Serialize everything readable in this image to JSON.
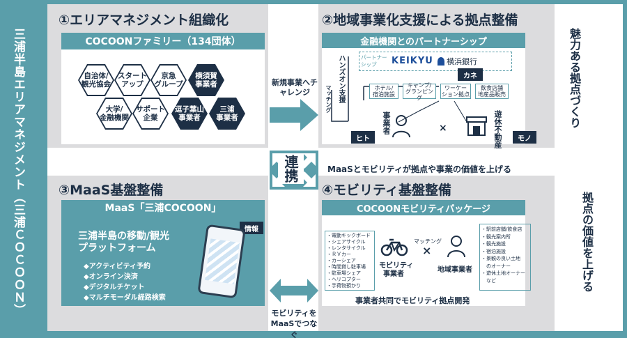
{
  "left_title": "三浦半島エリアマネジメント（三浦ＣＯＣＯＯＮ）",
  "center_label": "連携",
  "right_top": "魅力ある拠点づくり",
  "right_bottom": "拠点の価値を上げる",
  "arrow_top_text": "新規事業へチャレンジ",
  "arrow_mid_text": "MaaSとモビリティが拠点や事業の価値を上げる",
  "arrow_bottom_text_1": "モビリティを",
  "arrow_bottom_text_2": "MaaSでつなぐ",
  "s1": {
    "title": "①エリアマネジメント組織化",
    "bar": "COCOONファミリー（134団体）",
    "hexes": [
      {
        "l1": "自治体/",
        "l2": "観光協会"
      },
      {
        "l1": "スタート",
        "l2": "アップ"
      },
      {
        "l1": "京急",
        "l2": "グループ"
      },
      {
        "l1": "横須賀",
        "l2": "事業者"
      },
      {
        "l1": "大学/",
        "l2": "金融機関"
      },
      {
        "l1": "サポート",
        "l2": "企業"
      },
      {
        "l1": "逗子葉山",
        "l2": "事業者"
      },
      {
        "l1": "三浦",
        "l2": "事業者"
      }
    ]
  },
  "s2": {
    "title": "②地域事業化支援による拠点整備",
    "bar": "金融機関とのパートナーシップ",
    "partner_label": "パートナーシップ",
    "keikyu": "KEIKYU",
    "bank": "横浜銀行",
    "kane": "カネ",
    "hito": "ヒト",
    "mono": "モノ",
    "hands_on": "ハンズオン支援",
    "matching": "マッチング",
    "jigyosha": "事業者",
    "yukyu": "遊休不動産",
    "times": "×",
    "boxes": [
      {
        "l1": "ホテル/",
        "l2": "宿泊施設"
      },
      {
        "l1": "キャンプ/",
        "l2": "グランピング"
      },
      {
        "l1": "ワーケー",
        "l2": "ション拠点"
      },
      {
        "l1": "飲食店舗",
        "l2": "地産品販売"
      }
    ]
  },
  "s3": {
    "title": "③MaaS基盤整備",
    "bar": "MaaS「三浦COCOON」",
    "main1": "三浦半島の移動/観光",
    "main2": "プラットフォーム",
    "info": "情報",
    "features": [
      "◆アクティビティ予約",
      "◆オンライン決済",
      "◆デジタルチケット",
      "◆マルチモーダル経路検索"
    ]
  },
  "s4": {
    "title": "④モビリティ基盤整備",
    "bar": "COCOONモビリティパッケージ",
    "left_list": [
      "・電動キックボード",
      "・シェアサイクル",
      "・レンタサイクル",
      "・ＲＶカー",
      "・カーシェア",
      "・時間貸し駐車場",
      "・駐車場シェア",
      "・ヘリコプター",
      "・手荷物預かり"
    ],
    "mobility_label1": "モビリティ",
    "mobility_label2": "事業者",
    "matching": "マッチング",
    "times": "×",
    "local_label": "地域事業者",
    "right_list": [
      "・駅前店舗/飲食店",
      "・観光案内所",
      "・観光施設",
      "・宿泊施設",
      "・景観の良い土地",
      "　のオーナー",
      "・遊休土地オーナー",
      "　など"
    ],
    "footer": "事業者共同でモビリティ拠点開発"
  },
  "colors": {
    "teal": "#5a9eaa",
    "navy": "#1d2f45",
    "grey": "#dcdcde"
  }
}
